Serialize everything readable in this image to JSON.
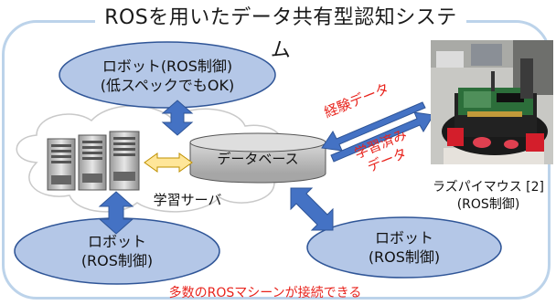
{
  "title": "ROSを用いたデータ共有型認知システム",
  "robot_top": {
    "line1": "ロボット(ROS制御)",
    "line2": "(低スペックでもOK)"
  },
  "robot_bottom_left": {
    "line1": "ロボット",
    "line2": "(ROS制御)"
  },
  "robot_bottom_right": {
    "line1": "ロボット",
    "line2": "(ROS制御)"
  },
  "database_label": "データベース",
  "server_label": "学習サーバ",
  "experience_data_label": "経験データ",
  "learned_data_line1": "学習済み",
  "learned_data_line2": "データ",
  "raspi_caption": {
    "line1": "ラズパイマウス [2]",
    "line2": "(ROS制御)"
  },
  "bottom_caption": "多数のROSマシーンが接続できる",
  "colors": {
    "ellipse_fill": "#b4c7e7",
    "ellipse_stroke": "#2f5597",
    "arrow_blue": "#4472c4",
    "arrow_yellow": "#ffe699",
    "db_fill": "#b7b7b7",
    "accent_red": "#e8231c",
    "frame": "#bcd3ea"
  }
}
